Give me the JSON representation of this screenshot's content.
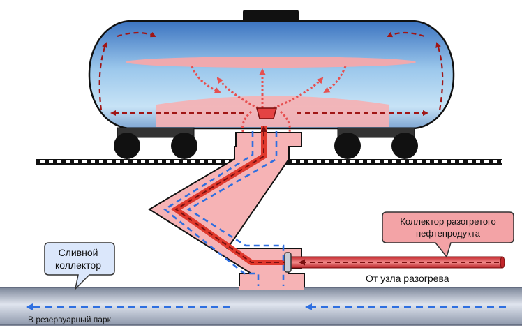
{
  "labels": {
    "heated_collector_line1": "Коллектор разогретого",
    "heated_collector_line2": "нефтепродукта",
    "from_heating_unit": "От узла разогрева",
    "drain_collector_line1": "Сливной",
    "drain_collector_line2": "коллектор",
    "to_tank_farm": "В резервуарный парк"
  },
  "colors": {
    "tank_top": "#3d78c4",
    "tank_mid": "#a9d3ef",
    "heated_product": "#f2a3a5",
    "hot_flow": "#e0392d",
    "hot_flow_arrow": "#a01515",
    "cold_flow": "#2f6fe0",
    "pipe_gray": "#9aa3b5",
    "callout_red_fill": "#f3a3a6",
    "callout_blue_fill": "#dbe7fb"
  },
  "icons": [
    "wheel-icon",
    "valve-icon",
    "nozzle-icon",
    "flow-arrow-icon"
  ]
}
